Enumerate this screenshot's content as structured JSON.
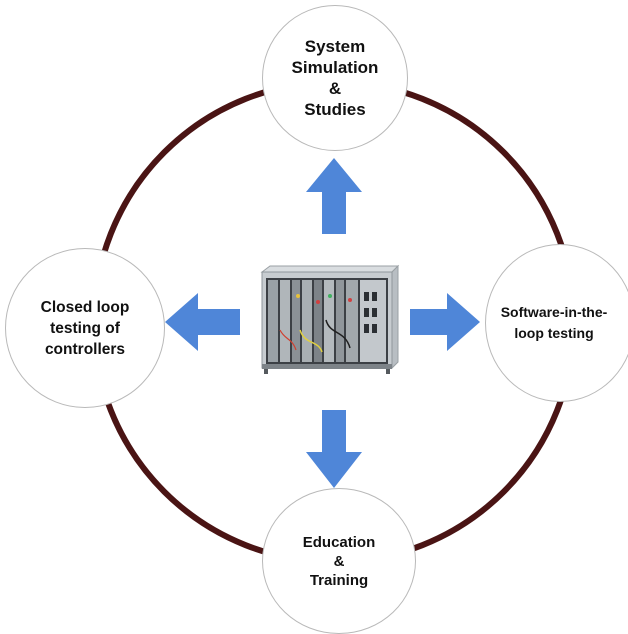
{
  "diagram": {
    "nodes": {
      "top": "System\nSimulation\n&\nStudies",
      "left": "Closed loop\ntesting of\ncontrollers",
      "right": "Software-in-the-\nloop testing",
      "bottom": "Education\n&\nTraining"
    },
    "center_image": "rack-mounted-simulator-hardware",
    "colors": {
      "ring": "#4a1414",
      "arrow": "#4f86d8",
      "node_border": "#b9b9b9"
    }
  }
}
